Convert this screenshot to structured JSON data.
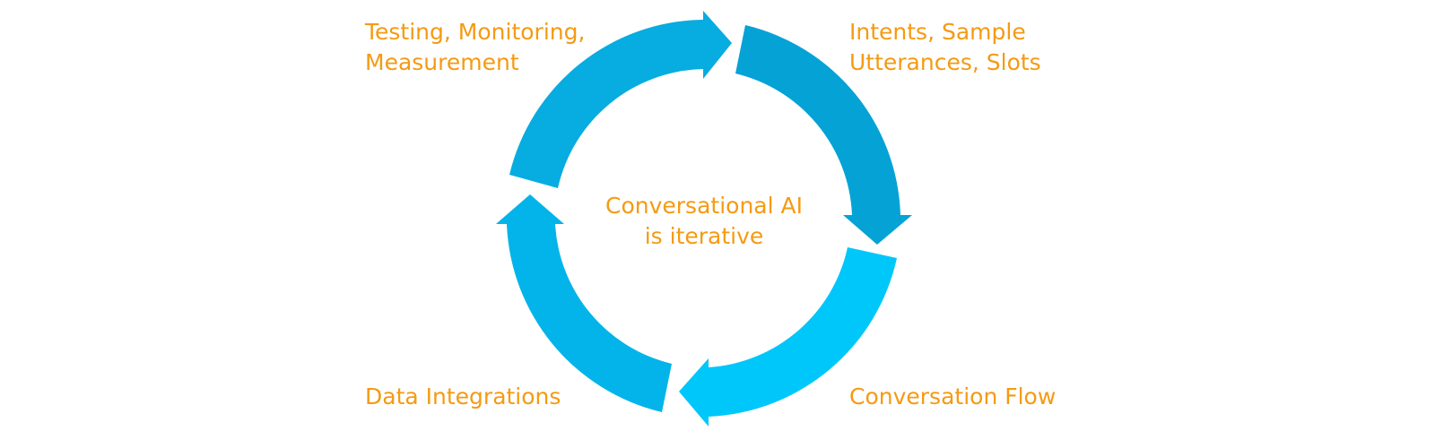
{
  "center_label": {
    "line1": "Conversational AI",
    "line2": "is iterative"
  },
  "stages": {
    "top_right": {
      "line1": "Intents, Sample",
      "line2": "Utterances, Slots"
    },
    "bottom_right": {
      "line1": "Conversation Flow"
    },
    "bottom_left": {
      "line1": "Data Integrations"
    },
    "top_left": {
      "line1": "Testing, Monitoring,",
      "line2": "Measurement"
    }
  },
  "colors": {
    "arrow_top_left": "#07ace0",
    "arrow_top_right": "#05a2d6",
    "arrow_bottom_right": "#00c7fa",
    "arrow_bottom_left": "#02b4e9",
    "label_text": "#f59a12"
  }
}
